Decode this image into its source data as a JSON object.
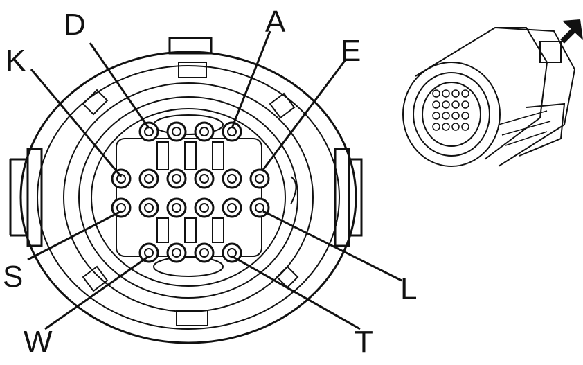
{
  "diagram": {
    "pin_labels": {
      "D": "D",
      "A": "A",
      "K": "K",
      "E": "E",
      "S": "S",
      "L": "L",
      "W": "W",
      "T": "T"
    },
    "connector_face": {
      "rows": 4,
      "pins_per_row": [
        4,
        6,
        6,
        4
      ]
    },
    "inset": {
      "direction_icon": "arrow-up-right-icon"
    },
    "colors": {
      "line": "#111111",
      "background": "#ffffff"
    }
  }
}
